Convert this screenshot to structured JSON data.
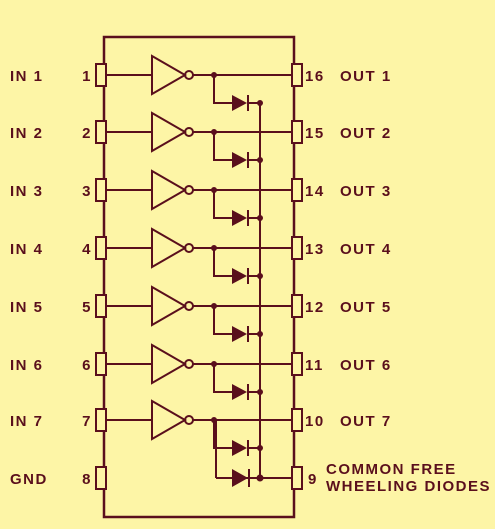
{
  "colors": {
    "background": "#fdf5a6",
    "ink": "#5a0f1c"
  },
  "left_pins": [
    {
      "label": "IN 1",
      "number": "1"
    },
    {
      "label": "IN 2",
      "number": "2"
    },
    {
      "label": "IN 3",
      "number": "3"
    },
    {
      "label": "IN 4",
      "number": "4"
    },
    {
      "label": "IN 5",
      "number": "5"
    },
    {
      "label": "IN 6",
      "number": "6"
    },
    {
      "label": "IN 7",
      "number": "7"
    },
    {
      "label": "GND",
      "number": "8"
    }
  ],
  "right_pins": [
    {
      "number": "16",
      "label": "OUT 1"
    },
    {
      "number": "15",
      "label": "OUT 2"
    },
    {
      "number": "14",
      "label": "OUT 3"
    },
    {
      "number": "13",
      "label": "OUT 4"
    },
    {
      "number": "12",
      "label": "OUT 5"
    },
    {
      "number": "11",
      "label": "OUT 6"
    },
    {
      "number": "10",
      "label": "OUT 7"
    }
  ],
  "common_pin": {
    "number": "9",
    "label_line1": "COMMON  FREE",
    "label_line2": "WHEELING DIODES"
  },
  "icons": {
    "gate": "inverter-gate-icon",
    "diode": "diode-icon",
    "junction": "junction-dot-icon"
  }
}
